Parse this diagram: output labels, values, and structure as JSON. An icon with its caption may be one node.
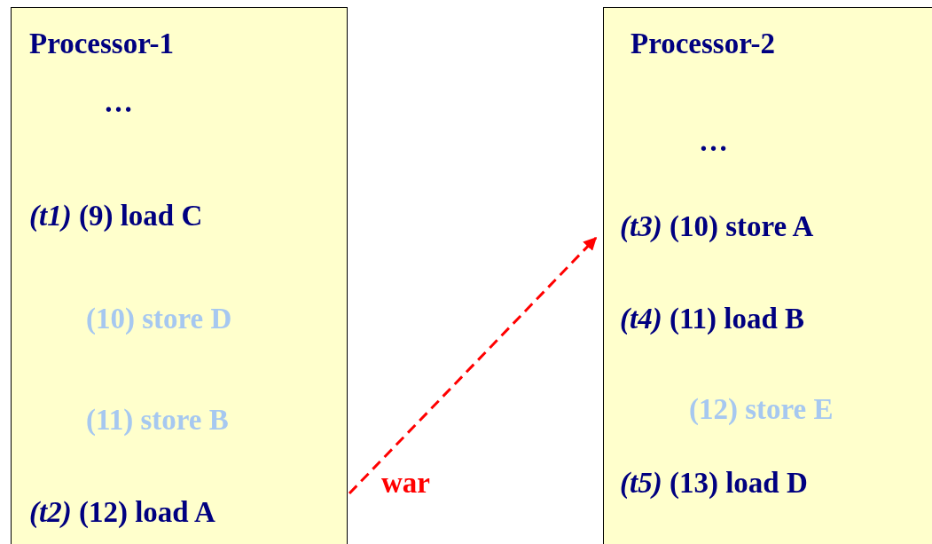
{
  "diagram": {
    "nodes": [
      {
        "text": [
          "Processor-1",
          "…",
          "*(t1)* (9) load C",
          "(10) store D",
          "(11) store B",
          "*(t2)* (12) load A"
        ]
      },
      {
        "text": [
          "Processor-2",
          "…",
          "*(t3)* (10) store A",
          "*(t4)* (11) load B",
          "(12) store E",
          "*(t5)* (13) load D"
        ]
      }
    ],
    "edges": [
      {
        "from": 0,
        "to": 1,
        "arrow": "to",
        "label": "war",
        "style": "dashed",
        "color": "#ff0000"
      }
    ]
  }
}
